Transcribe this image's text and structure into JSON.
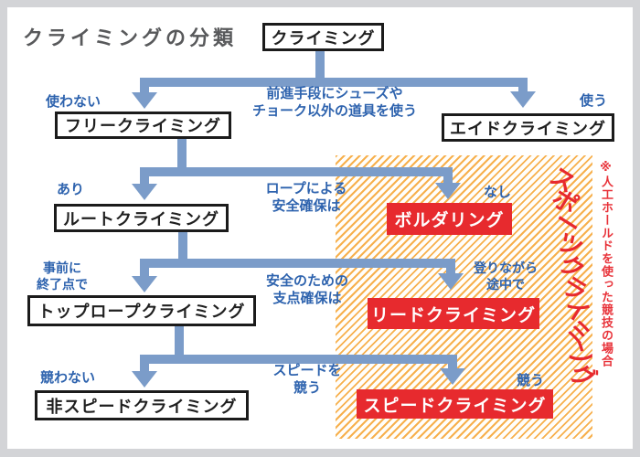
{
  "title": "クライミングの分類",
  "colors": {
    "arrow": "#7b9cc9",
    "blue_text": "#2e63ae",
    "red": "#e72a2e",
    "hatch_stripe": "#f7b04d",
    "box_border": "#1b1b1b",
    "title_gray": "#58595b",
    "frame_gray": "#d3d4d7"
  },
  "nodes": {
    "climbing": "クライミング",
    "free": "フリークライミング",
    "aid": "エイドクライミング",
    "route": "ルートクライミング",
    "bouldering": "ボルダリング",
    "toprope": "トップロープクライミング",
    "lead": "リードクライミング",
    "nonspeed": "非スピードクライミング",
    "speed": "スピードクライミング"
  },
  "labels": {
    "r1_left": "使わない",
    "r1_mid": [
      "前進手段にシューズや",
      "チョーク以外の道具を使う"
    ],
    "r1_right": "使う",
    "r2_left": "あり",
    "r2_mid": [
      "ロープによる",
      "安全確保は"
    ],
    "r2_right": "なし",
    "r3_left": [
      "事前に",
      "終了点で"
    ],
    "r3_mid": [
      "安全のための",
      "支点確保は"
    ],
    "r3_right": [
      "登りながら",
      "途中で"
    ],
    "r4_left": "競わない",
    "r4_mid": [
      "スピードを",
      "競う"
    ],
    "r4_right": "競う"
  },
  "side": {
    "sport_vertical": "スポーツクライミング",
    "note_vertical": "※人工ホールドを使った競技の場合"
  }
}
